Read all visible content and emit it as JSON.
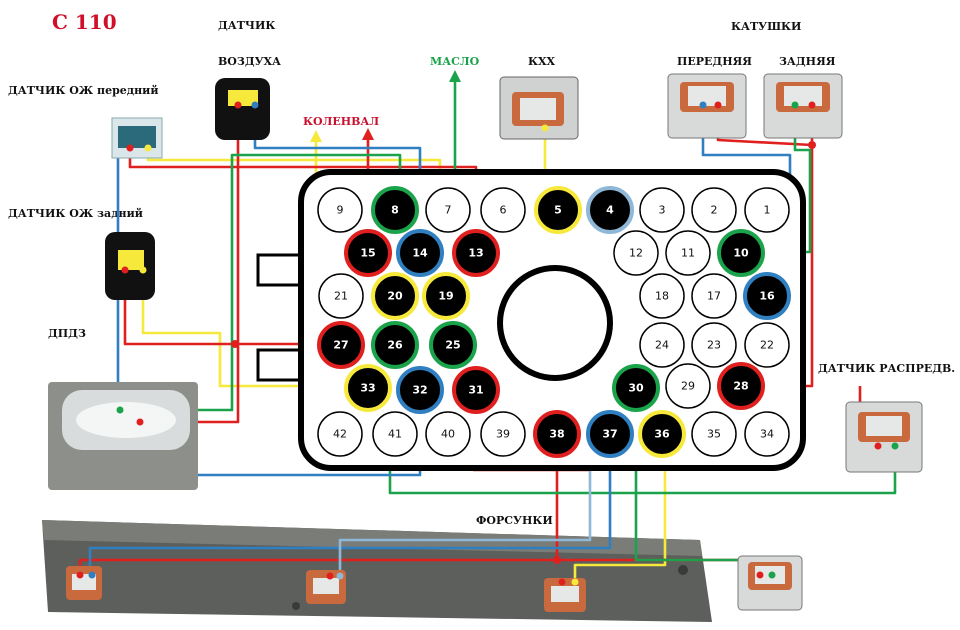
{
  "title": "С 110",
  "labels": {
    "air_sensor_1": "ДАТЧИК",
    "air_sensor_2": "ВОЗДУХА",
    "coils": "КАТУШКИ",
    "coil_front": "ПЕРЕДНЯЯ",
    "coil_rear": "ЗАДНЯЯ",
    "oil": "МАСЛО",
    "kxx": "КХХ",
    "crank": "КОЛЕНВАЛ",
    "coolant_front": "ДАТЧИК ОЖ передний",
    "coolant_rear": "ДАТЧИК ОЖ задний",
    "tps": "ДПДЗ",
    "distributor": "ДАТЧИК РАСПРЕДВ.",
    "injectors": "ФОРСУНКИ"
  },
  "colors": {
    "red": "#e0201f",
    "yellow": "#f6e93c",
    "green": "#1aa34a",
    "blue": "#2f7fc1",
    "light_blue": "#8fb8d8",
    "black": "#000000",
    "white": "#ffffff"
  },
  "pins": [
    {
      "n": "1",
      "fill": "white",
      "ring": "black"
    },
    {
      "n": "2",
      "fill": "white",
      "ring": "black"
    },
    {
      "n": "3",
      "fill": "white",
      "ring": "black"
    },
    {
      "n": "4",
      "fill": "black",
      "ring": "light_blue"
    },
    {
      "n": "5",
      "fill": "black",
      "ring": "yellow"
    },
    {
      "n": "6",
      "fill": "white",
      "ring": "black"
    },
    {
      "n": "7",
      "fill": "white",
      "ring": "black"
    },
    {
      "n": "8",
      "fill": "black",
      "ring": "green"
    },
    {
      "n": "9",
      "fill": "white",
      "ring": "black"
    },
    {
      "n": "10",
      "fill": "black",
      "ring": "green"
    },
    {
      "n": "11",
      "fill": "white",
      "ring": "black"
    },
    {
      "n": "12",
      "fill": "white",
      "ring": "black"
    },
    {
      "n": "13",
      "fill": "black",
      "ring": "red"
    },
    {
      "n": "14",
      "fill": "black",
      "ring": "blue"
    },
    {
      "n": "15",
      "fill": "black",
      "ring": "red"
    },
    {
      "n": "16",
      "fill": "black",
      "ring": "blue"
    },
    {
      "n": "17",
      "fill": "white",
      "ring": "black"
    },
    {
      "n": "18",
      "fill": "white",
      "ring": "black"
    },
    {
      "n": "19",
      "fill": "black",
      "ring": "yellow"
    },
    {
      "n": "20",
      "fill": "black",
      "ring": "yellow"
    },
    {
      "n": "21",
      "fill": "white",
      "ring": "black"
    },
    {
      "n": "22",
      "fill": "white",
      "ring": "black"
    },
    {
      "n": "23",
      "fill": "white",
      "ring": "black"
    },
    {
      "n": "24",
      "fill": "white",
      "ring": "black"
    },
    {
      "n": "25",
      "fill": "black",
      "ring": "green"
    },
    {
      "n": "26",
      "fill": "black",
      "ring": "green"
    },
    {
      "n": "27",
      "fill": "black",
      "ring": "red"
    },
    {
      "n": "28",
      "fill": "black",
      "ring": "red"
    },
    {
      "n": "29",
      "fill": "white",
      "ring": "black"
    },
    {
      "n": "30",
      "fill": "black",
      "ring": "green"
    },
    {
      "n": "31",
      "fill": "black",
      "ring": "red"
    },
    {
      "n": "32",
      "fill": "black",
      "ring": "blue"
    },
    {
      "n": "33",
      "fill": "black",
      "ring": "yellow"
    },
    {
      "n": "34",
      "fill": "white",
      "ring": "black"
    },
    {
      "n": "35",
      "fill": "white",
      "ring": "black"
    },
    {
      "n": "36",
      "fill": "black",
      "ring": "yellow"
    },
    {
      "n": "37",
      "fill": "black",
      "ring": "blue"
    },
    {
      "n": "38",
      "fill": "black",
      "ring": "red"
    },
    {
      "n": "39",
      "fill": "white",
      "ring": "black"
    },
    {
      "n": "40",
      "fill": "white",
      "ring": "black"
    },
    {
      "n": "41",
      "fill": "white",
      "ring": "black"
    },
    {
      "n": "42",
      "fill": "white",
      "ring": "black"
    }
  ]
}
